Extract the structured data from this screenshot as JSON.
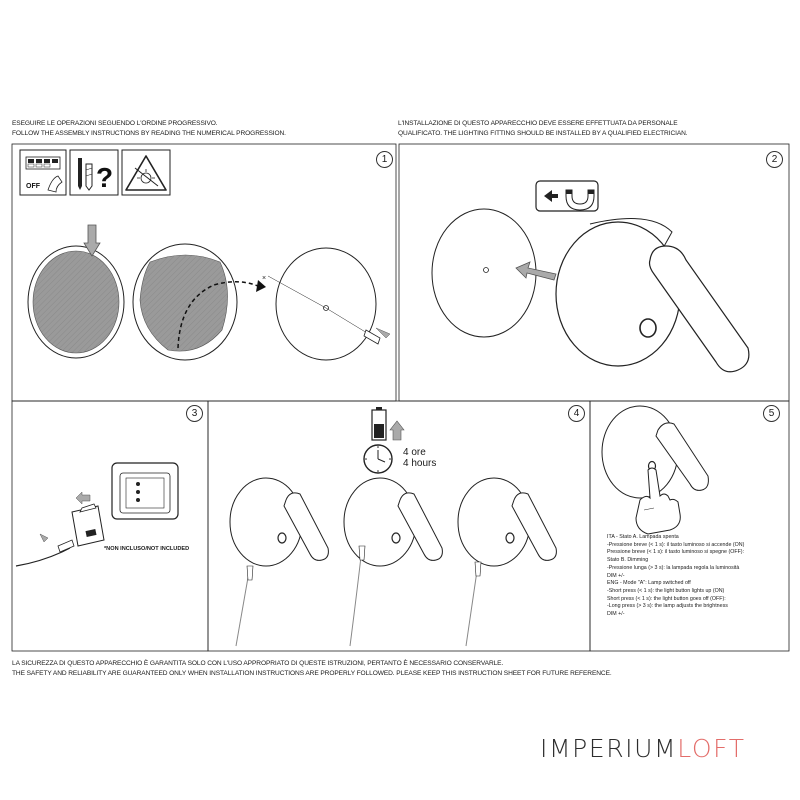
{
  "header": {
    "left_line1": "ESEGUIRE LE OPERAZIONI SEGUENDO L'ORDINE PROGRESSIVO.",
    "left_line2": "FOLLOW THE ASSEMBLY INSTRUCTIONS BY READING THE NUMERICAL PROGRESSION.",
    "right_line1": "L'INSTALLAZIONE DI QUESTO APPARECCHIO DEVE ESSERE EFFETTUATA DA PERSONALE",
    "right_line2": "QUALIFICATO. THE LIGHTING FITTING SHOULD BE INSTALLED BY A QUALIFIED ELECTRICIAN."
  },
  "steps": [
    "1",
    "2",
    "3",
    "4",
    "5"
  ],
  "step1": {
    "switch_label": "OFF",
    "question_mark": "?"
  },
  "step3": {
    "note": "*NON INCLUSO/NOT INCLUDED"
  },
  "step4": {
    "hours_it": "4 ore",
    "hours_en": "4 hours"
  },
  "step5": {
    "lines": [
      "ITA - Stato A. Lampada spenta",
      "-Pressione breve (< 1 s): il tasto luminoso si accende (ON)",
      "Pressione breve (< 1 s): il tasto luminoso si spegne (OFF):",
      "Stato B. Dimming",
      "-Pressione lunga (> 3 s): la lampada regola la luminosità",
      "DIM +/-",
      "ENG - Mode \"A\": Lamp switched off",
      "-Short press (< 1 s): the light button lights up (ON)",
      "Short press (< 1 s): the light button goes off (OFF):",
      "-Long press (> 3 s): the lamp adjusts the brightness",
      "DIM +/-"
    ]
  },
  "footer": {
    "line1": "LA SICUREZZA DI QUESTO APPARECCHIO È GARANTITA SOLO CON L'USO APPROPRIATO DI QUESTE ISTRUZIONI, PERTANTO È NECESSARIO CONSERVARLE.",
    "line2": "THE SAFETY AND RELIABILITY ARE GUARANTEED ONLY WHEN INSTALLATION INSTRUCTIONS ARE PROPERLY FOLLOWED. PLEASE KEEP THIS INSTRUCTION SHEET FOR FUTURE REFERENCE."
  },
  "brand": {
    "part1": "IMPERIUM",
    "part2": "LOFT",
    "accent_color": "#e36d6a"
  }
}
